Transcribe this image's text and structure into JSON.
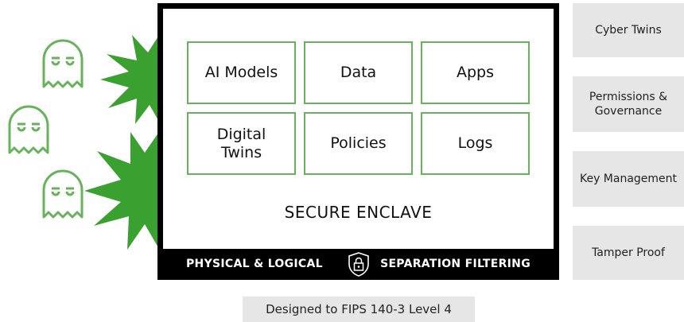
{
  "colors": {
    "accent_green": "#67b35b",
    "burst_green": "#3aa030",
    "dark": "#000000",
    "panel_grey": "#e6e6e6"
  },
  "icons": [
    "ghost-icon",
    "burst-icon",
    "shield-lock-icon"
  ],
  "enclave": {
    "tiles": [
      "AI Models",
      "Data",
      "Apps",
      "Digital Twins",
      "Policies",
      "Logs"
    ],
    "title": "SECURE ENCLAVE",
    "footer_left": "PHYSICAL & LOGICAL",
    "footer_right": "SEPARATION FILTERING"
  },
  "side": {
    "items": [
      "Cyber Twins",
      "Permissions & Governance",
      "Key Management",
      "Tamper Proof"
    ]
  },
  "certification": "Designed to FIPS 140-3 Level 4"
}
